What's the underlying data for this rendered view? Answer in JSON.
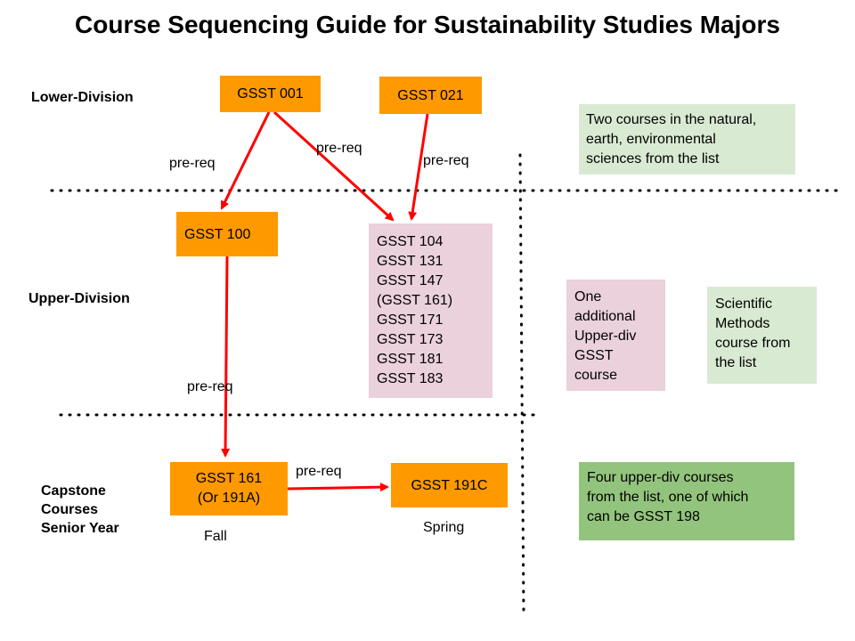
{
  "title": "Course Sequencing Guide for Sustainability Studies Majors",
  "rows": {
    "lower": "Lower-Division",
    "upper": "Upper-Division",
    "capstone": [
      "Capstone",
      "Courses",
      "Senior Year"
    ]
  },
  "courses": {
    "gsst001": "GSST 001",
    "gsst021": "GSST 021",
    "gsst100": "GSST 100",
    "upper_list": [
      "GSST 104",
      "GSST 131",
      "GSST 147",
      "(GSST 161)",
      "GSST 171",
      "GSST 173",
      "GSST 181",
      "GSST 183"
    ],
    "gsst161": [
      "GSST 161",
      "(Or 191A)"
    ],
    "gsst191c": "GSST 191C"
  },
  "edge_labels": {
    "prereq": "pre-req"
  },
  "terms": {
    "fall": "Fall",
    "spring": "Spring"
  },
  "notes": {
    "natural_sciences": [
      "Two courses in the natural,",
      "earth, environmental",
      "sciences from the list"
    ],
    "upper_div_gsst": [
      "One",
      "additional",
      "Upper-div",
      "GSST",
      "course"
    ],
    "scientific_methods": [
      "Scientific",
      "Methods",
      "course from",
      "the list"
    ],
    "four_upper_div": [
      "Four upper-div courses",
      "from the list, one of which",
      "can be GSST 198"
    ]
  },
  "colors": {
    "course_box": "#ff9900",
    "upper_list_box": "#ead1dc",
    "note_light_green": "#d9ead3",
    "note_green": "#93c47d",
    "arrow": "#ff0000",
    "divider": "#000000"
  }
}
